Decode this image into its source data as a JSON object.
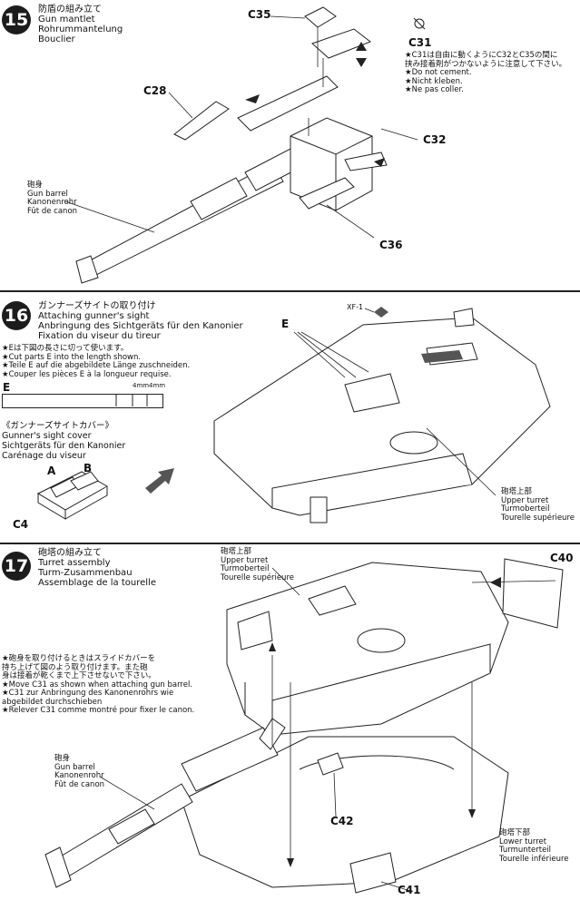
{
  "step15": {
    "number": "15",
    "titles": [
      "防盾の組み立て",
      "Gun mantlet",
      "Rohrummantelung",
      "Bouclier"
    ],
    "parts": {
      "c35": "C35",
      "c31": "C31",
      "c28": "C28",
      "c32": "C32",
      "c36": "C36"
    },
    "note_jp": [
      "★C31は自由に動くようにC32とC35の間に",
      "挟み接着剤がつかないように注意して下さい。"
    ],
    "note_langs": [
      "★Do not cement.",
      "★Nicht kleben.",
      "★Ne pas coller."
    ],
    "barrel_label": [
      "砲身",
      "Gun barrel",
      "Kanonenrohr",
      "Fût de canon"
    ]
  },
  "step16": {
    "number": "16",
    "titles": [
      "ガンナーズサイトの取り付け",
      "Attaching gunner's sight",
      "Anbringung des Sichtgeräts für den Kanonier",
      "Fixation du viseur du tireur"
    ],
    "cut_notes": [
      "★Eは下図の長さに切って使います。",
      "★Cut parts E into the length shown.",
      "★Teile E auf die abgebildete Länge zuschneiden.",
      "★Couper les pièces E à la longueur requise."
    ],
    "cut_part": "E",
    "cut_len_1": "4mm",
    "cut_len_2": "4mm",
    "cover_titles": [
      "《ガンナーズサイトカバー》",
      "Gunner's sight cover",
      "Sichtgeräts für den Kanonier",
      "Carénage du viseur"
    ],
    "parts": {
      "a": "A",
      "b": "B",
      "c4": "C4",
      "e": "E",
      "xf1": "XF-1"
    },
    "upper_turret": [
      "砲塔上部",
      "Upper turret",
      "Turmoberteil",
      "Tourelle supérieure"
    ]
  },
  "step17": {
    "number": "17",
    "titles": [
      "砲塔の組み立て",
      "Turret assembly",
      "Turm-Zusammenbau",
      "Assemblage de la tourelle"
    ],
    "upper_turret": [
      "砲塔上部",
      "Upper turret",
      "Turmoberteil",
      "Tourelle supérieure"
    ],
    "notes": [
      "★砲身を取り付けるときはスライドカバーを",
      "持ち上げて図のよう取り付けます。また砲",
      "身は接着が乾くまで上下させないで下さい。",
      "★Move C31 as shown when attaching gun barrel.",
      "★C31 zur Anbringung des Kanonenrohrs wie",
      "abgebildet durchschieben",
      "★Relever C31 comme montré pour fixer le canon."
    ],
    "barrel_label": [
      "砲身",
      "Gun barrel",
      "Kanonenrohr",
      "Fût de canon"
    ],
    "lower_turret": [
      "砲塔下部",
      "Lower turret",
      "Turmunterteil",
      "Tourelle inférieure"
    ],
    "parts": {
      "c40": "C40",
      "c42": "C42",
      "c41": "C41"
    }
  }
}
